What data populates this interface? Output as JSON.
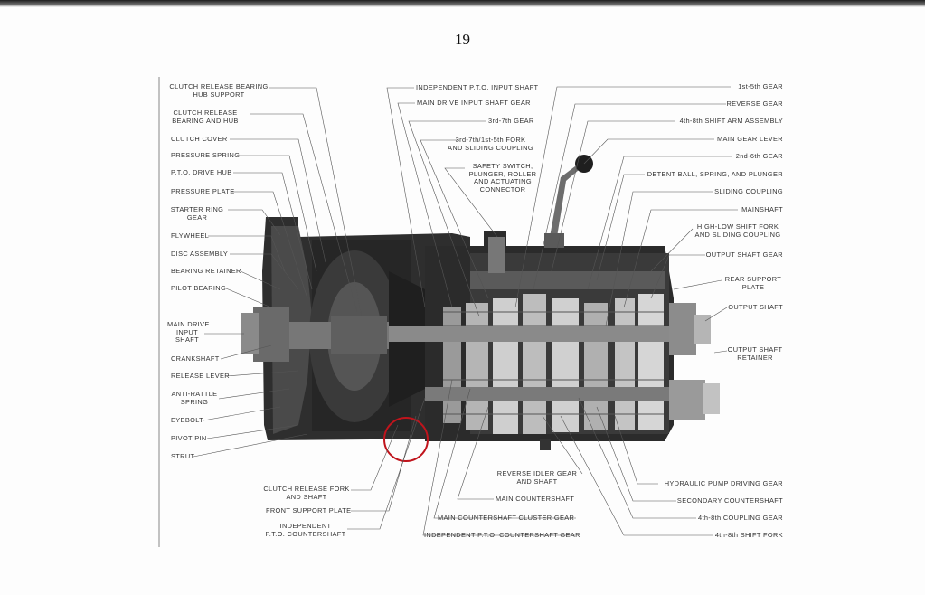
{
  "page": {
    "number": "19"
  },
  "labels": {
    "left": [
      "CLUTCH RELEASE BEARING\nHUB SUPPORT",
      "CLUTCH RELEASE\nBEARING AND HUB",
      "CLUTCH COVER",
      "PRESSURE SPRING",
      "P.T.O. DRIVE HUB",
      "PRESSURE PLATE",
      "STARTER RING\nGEAR",
      "FLYWHEEL",
      "DISC ASSEMBLY",
      "BEARING RETAINER",
      "PILOT BEARING",
      "MAIN DRIVE\nINPUT\nSHAFT",
      "CRANKSHAFT",
      "RELEASE LEVER",
      "ANTI-RATTLE\nSPRING",
      "EYEBOLT",
      "PIVOT PIN",
      "STRUT"
    ],
    "top_center": [
      "INDEPENDENT P.T.O. INPUT SHAFT",
      "MAIN DRIVE INPUT SHAFT GEAR",
      "3rd-7th GEAR",
      "3rd-7th/1st-5th FORK\nAND SLIDING COUPLING",
      "SAFETY SWITCH,\nPLUNGER, ROLLER\nAND ACTUATING\nCONNECTOR"
    ],
    "right": [
      "1st-5th GEAR",
      "REVERSE GEAR",
      "4th-8th SHIFT ARM ASSEMBLY",
      "MAIN GEAR LEVER",
      "2nd-6th GEAR",
      "DETENT BALL, SPRING, AND PLUNGER",
      "SLIDING COUPLING",
      "MAINSHAFT",
      "HIGH-LOW SHIFT FORK\nAND SLIDING COUPLING",
      "OUTPUT SHAFT GEAR",
      "REAR SUPPORT\nPLATE",
      "OUTPUT SHAFT",
      "OUTPUT SHAFT\nRETAINER"
    ],
    "bottom_left": [
      "CLUTCH RELEASE FORK\nAND SHAFT",
      "FRONT SUPPORT PLATE",
      "INDEPENDENT\nP.T.O. COUNTERSHAFT"
    ],
    "bottom_center": [
      "REVERSE IDLER GEAR\nAND SHAFT",
      "MAIN COUNTERSHAFT",
      "MAIN COUNTERSHAFT CLUSTER GEAR",
      "INDEPENDENT P.T.O. COUNTERSHAFT GEAR"
    ],
    "bottom_right": [
      "HYDRAULIC PUMP DRIVING GEAR",
      "SECONDARY COUNTERSHAFT",
      "4th-8th COUPLING GEAR",
      "4th-8th SHIFT FORK"
    ]
  },
  "colors": {
    "ink": "#333333",
    "housing": "#2b2b2b",
    "highlight_circle": "#c0141c"
  }
}
